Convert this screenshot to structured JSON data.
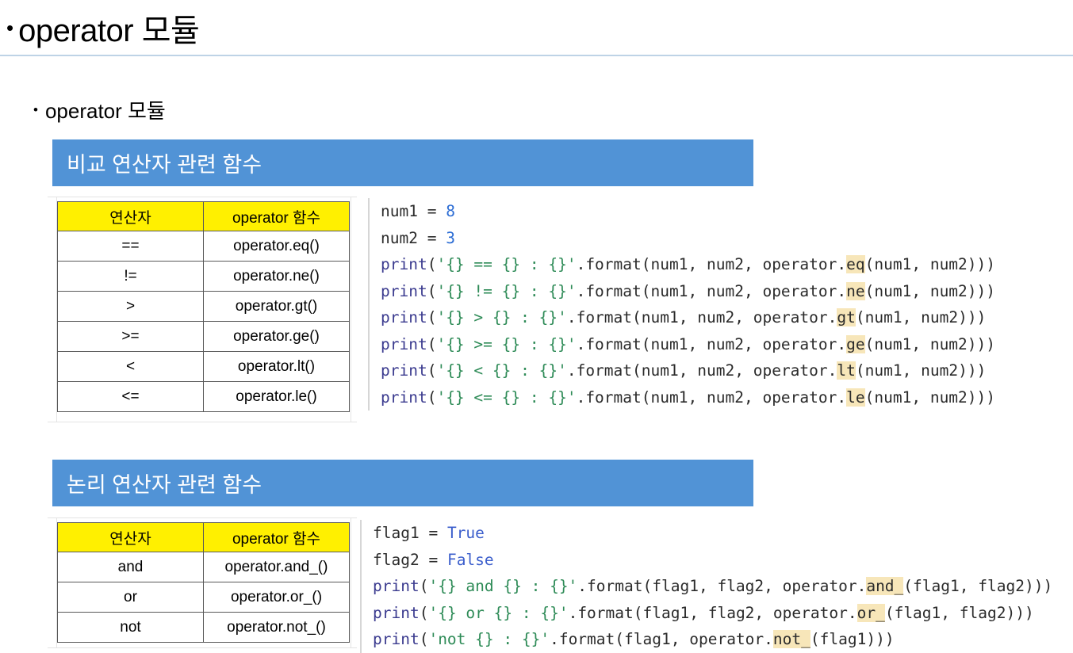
{
  "slide": {
    "bullet_glyph": "•",
    "title": "operator 모듈",
    "sub_bullet_glyph": "•",
    "sub_title": "operator 모듈"
  },
  "theme": {
    "banner_blue": "#5193d6",
    "header_yellow": "#fff000",
    "rule_blue": "#bed3e6",
    "highlight_tan": "#f7e6b9",
    "string_green": "#2e8b57",
    "number_blue": "#2b6cd4",
    "keyword_blue": "#3b5ecc",
    "function_indigo": "#3b3b8f",
    "table_border": "#595959"
  },
  "sections": [
    {
      "id": "compare",
      "banner": "비교 연산자 관련 함수",
      "table": {
        "headers": [
          "연산자",
          "operator 함수"
        ],
        "rows": [
          [
            "==",
            "operator.eq()"
          ],
          [
            "!=",
            "operator.ne()"
          ],
          [
            ">",
            "operator.gt()"
          ],
          [
            ">=",
            "operator.ge()"
          ],
          [
            "<",
            "operator.lt()"
          ],
          [
            "<=",
            "operator.le()"
          ]
        ]
      },
      "code_lines": [
        "num1 = 8",
        "num2 = 3",
        "print('{} == {} : {}'.format(num1, num2, operator.eq(num1, num2)))",
        "print('{} != {} : {}'.format(num1, num2, operator.ne(num1, num2)))",
        "print('{} > {} : {}'.format(num1, num2, operator.gt(num1, num2)))",
        "print('{} >= {} : {}'.format(num1, num2, operator.ge(num1, num2)))",
        "print('{} < {} : {}'.format(num1, num2, operator.lt(num1, num2)))",
        "print('{} <= {} : {}'.format(num1, num2, operator.le(num1, num2)))"
      ],
      "highlighted_tokens": [
        "eq",
        "ne",
        "gt",
        "ge",
        "lt",
        "le"
      ]
    },
    {
      "id": "logic",
      "banner": "논리 연산자 관련 함수",
      "table": {
        "headers": [
          "연산자",
          "operator 함수"
        ],
        "rows": [
          [
            "and",
            "operator.and_()"
          ],
          [
            "or",
            "operator.or_()"
          ],
          [
            "not",
            "operator.not_()"
          ]
        ]
      },
      "code_lines": [
        "flag1 = True",
        "flag2 = False",
        "print('{} and {} : {}'.format(flag1, flag2, operator.and_(flag1, flag2)))",
        "print('{} or {} : {}'.format(flag1, flag2, operator.or_(flag1, flag2)))",
        "print('not {} : {}'.format(flag1, operator.not_(flag1)))"
      ],
      "highlighted_tokens": [
        "and_",
        "or_",
        "not_"
      ]
    }
  ]
}
